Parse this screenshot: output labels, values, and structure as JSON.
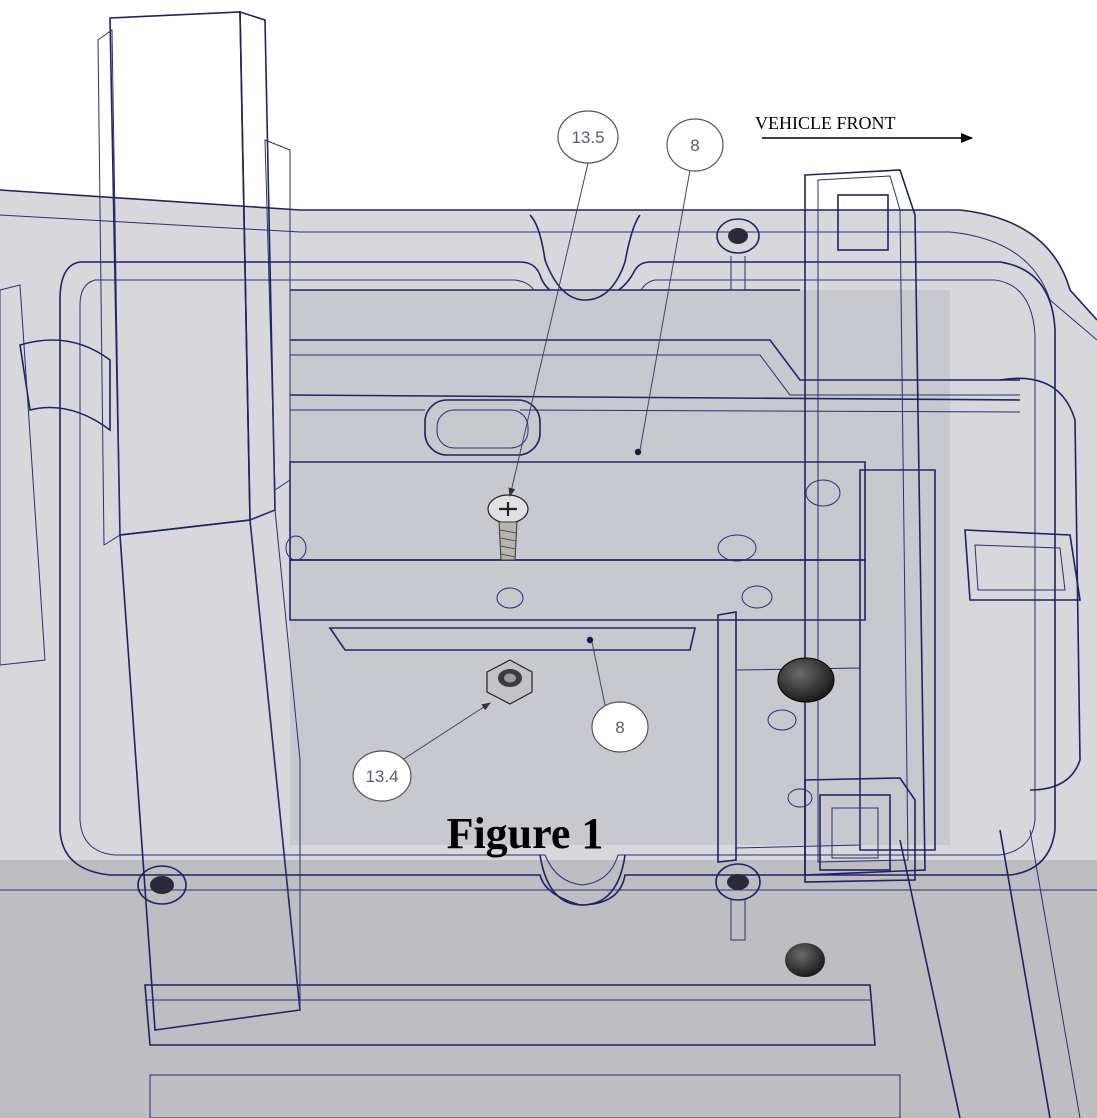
{
  "figure": {
    "caption": "Figure 1",
    "direction_label": "VEHICLE FRONT"
  },
  "callouts": [
    {
      "id": "c135",
      "label": "13.5"
    },
    {
      "id": "c8a",
      "label": "8"
    },
    {
      "id": "c8b",
      "label": "8"
    },
    {
      "id": "c134",
      "label": "13.4"
    }
  ],
  "colors": {
    "line": "#1f2360",
    "plate": "#7d7873",
    "housing": "#dcdce0",
    "background": "#ffffff"
  }
}
